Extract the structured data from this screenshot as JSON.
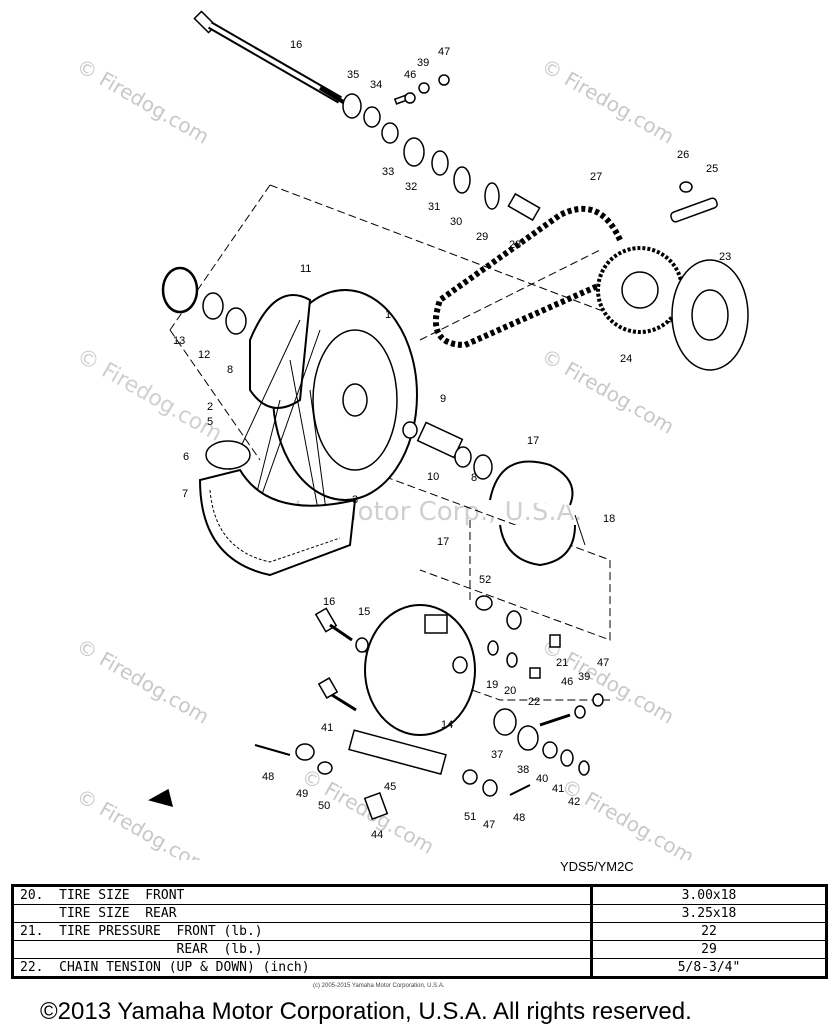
{
  "watermarks": [
    "© Firedog.com",
    "© Firedog.com",
    "© Firedog.com",
    "© Firedog.com",
    "© Firedog.com",
    "© Firedog.com",
    "© Firedog.com",
    "© Firedog.com",
    "© Firedog.com"
  ],
  "center_watermark": "Yamaha Motor Corp., U.S.A.",
  "callouts": [
    "16",
    "35",
    "34",
    "46",
    "39",
    "47",
    "33",
    "32",
    "31",
    "30",
    "29",
    "28",
    "27",
    "26",
    "25",
    "23",
    "24",
    "11",
    "13",
    "12",
    "8",
    "1",
    "2",
    "5",
    "6",
    "7",
    "3",
    "9",
    "10",
    "8",
    "17",
    "18",
    "17",
    "52",
    "16",
    "15",
    "19",
    "20",
    "21",
    "22",
    "46",
    "39",
    "47",
    "41",
    "14",
    "37",
    "38",
    "40",
    "41",
    "42",
    "48",
    "49",
    "50",
    "45",
    "44",
    "51",
    "47",
    "48"
  ],
  "model": "YDS5/YM2C",
  "spec_rows": [
    {
      "label": "20.  TIRE SIZE  FRONT",
      "value": "3.00x18"
    },
    {
      "label": "     TIRE SIZE  REAR",
      "value": "3.25x18"
    },
    {
      "label": "21.  TIRE PRESSURE  FRONT (lb.)",
      "value": "22"
    },
    {
      "label": "                    REAR  (lb.)",
      "value": "29"
    },
    {
      "label": "22.  CHAIN TENSION (UP & DOWN) (inch)",
      "value": "5/8-3/4\""
    }
  ],
  "fine_print": "(c) 2005-2015 Yamaha Motor Corporation, U.S.A.",
  "copyright": "©2013 Yamaha Motor Corporation, U.S.A. All rights reserved."
}
